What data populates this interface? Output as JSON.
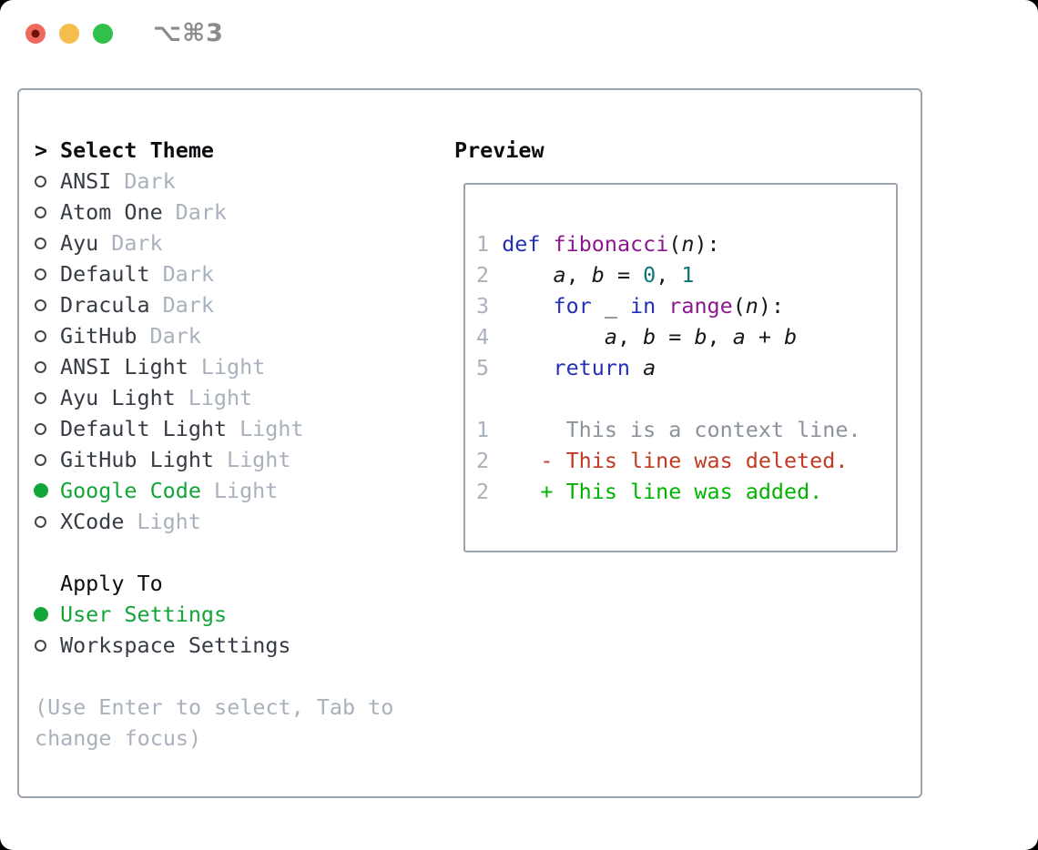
{
  "window": {
    "title": "⌥⌘3",
    "traffic_lights": [
      "close",
      "minimize",
      "zoom"
    ]
  },
  "theme_picker": {
    "header": {
      "prefix": ">",
      "label": "Select Theme"
    },
    "themes": [
      {
        "name": "ANSI",
        "variant": "Dark",
        "selected": false
      },
      {
        "name": "Atom One",
        "variant": "Dark",
        "selected": false
      },
      {
        "name": "Ayu",
        "variant": "Dark",
        "selected": false
      },
      {
        "name": "Default",
        "variant": "Dark",
        "selected": false
      },
      {
        "name": "Dracula",
        "variant": "Dark",
        "selected": false
      },
      {
        "name": "GitHub",
        "variant": "Dark",
        "selected": false
      },
      {
        "name": "ANSI Light",
        "variant": "Light",
        "selected": false
      },
      {
        "name": "Ayu Light",
        "variant": "Light",
        "selected": false
      },
      {
        "name": "Default Light",
        "variant": "Light",
        "selected": false
      },
      {
        "name": "GitHub Light",
        "variant": "Light",
        "selected": false
      },
      {
        "name": "Google Code",
        "variant": "Light",
        "selected": true
      },
      {
        "name": "XCode",
        "variant": "Light",
        "selected": false
      }
    ],
    "apply_to": {
      "label": "Apply To",
      "options": [
        {
          "label": "User Settings",
          "selected": true
        },
        {
          "label": "Workspace Settings",
          "selected": false
        }
      ]
    },
    "hint_lines": [
      "(Use Enter to select, Tab to",
      "change focus)"
    ]
  },
  "preview": {
    "label": "Preview",
    "code_lines": [
      {
        "n": "1",
        "s": [
          [
            " ",
            "p"
          ],
          [
            "def",
            "k"
          ],
          [
            " ",
            "p"
          ],
          [
            "fibonacci",
            "f"
          ],
          [
            "(",
            "p"
          ],
          [
            "n",
            "v"
          ],
          [
            "):",
            "p"
          ]
        ]
      },
      {
        "n": "2",
        "s": [
          [
            "     ",
            "p"
          ],
          [
            "a",
            "v"
          ],
          [
            ", ",
            "p"
          ],
          [
            "b",
            "v"
          ],
          [
            " = ",
            "p"
          ],
          [
            "0",
            "l"
          ],
          [
            ", ",
            "p"
          ],
          [
            "1",
            "l"
          ]
        ]
      },
      {
        "n": "3",
        "s": [
          [
            "     ",
            "p"
          ],
          [
            "for",
            "k"
          ],
          [
            " _ ",
            "p"
          ],
          [
            "in",
            "k"
          ],
          [
            " ",
            "p"
          ],
          [
            "range",
            "f"
          ],
          [
            "(",
            "p"
          ],
          [
            "n",
            "v"
          ],
          [
            "):",
            "p"
          ]
        ]
      },
      {
        "n": "4",
        "s": [
          [
            "         ",
            "p"
          ],
          [
            "a",
            "v"
          ],
          [
            ", ",
            "p"
          ],
          [
            "b",
            "v"
          ],
          [
            " = ",
            "p"
          ],
          [
            "b",
            "v"
          ],
          [
            ", ",
            "p"
          ],
          [
            "a",
            "v"
          ],
          [
            " + ",
            "p"
          ],
          [
            "b",
            "v"
          ]
        ]
      },
      {
        "n": "5",
        "s": [
          [
            "     ",
            "p"
          ],
          [
            "return",
            "k"
          ],
          [
            " ",
            "p"
          ],
          [
            "a",
            "v"
          ]
        ]
      },
      {
        "n": "",
        "s": []
      },
      {
        "n": "1",
        "s": [
          [
            "      This is a context line.",
            "c"
          ]
        ]
      },
      {
        "n": "2",
        "s": [
          [
            "    - This line was deleted.",
            "d"
          ]
        ]
      },
      {
        "n": "2",
        "s": [
          [
            "    + This line was added.",
            "a"
          ]
        ]
      }
    ]
  },
  "colors": {
    "accent-green": "#12a537",
    "border": "#9ba3ae",
    "text-dark": "#363b44",
    "text-bold": "#0b0d10",
    "text-muted": "#a9b1bd",
    "title-gray": "#8b8b8b",
    "traffic-red": "#ee6a5e",
    "traffic-red-dot": "#6e1408",
    "traffic-yellow": "#f5bd4b",
    "traffic-green": "#2fc149",
    "code-keyword": "#2430b4",
    "code-function": "#8c188c",
    "code-literal": "#0d7676",
    "code-plain": "#16181b",
    "diff-context": "#8b929b",
    "diff-deleted": "#c13a23",
    "diff-added": "#02b402",
    "line-number": "#a9b1bd"
  }
}
